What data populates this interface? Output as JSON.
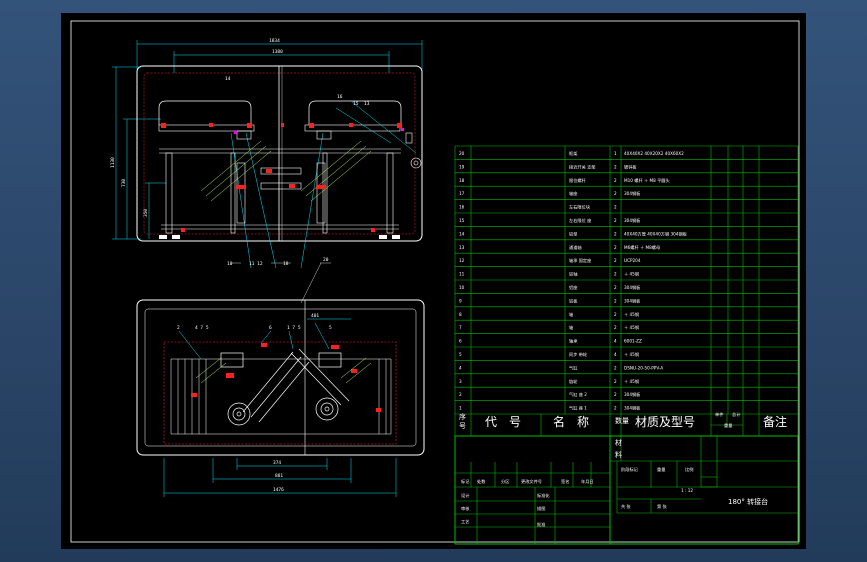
{
  "colors": {
    "background": "#2c4a6b",
    "sheet": "#000000",
    "frame": "#ffffff",
    "table_line": "#00c000",
    "dimension": "#00e0ff",
    "part": "#ffffff",
    "hidden": "#ff2020",
    "hatch": "#b0ff50",
    "accent": "#ff00ff"
  },
  "dimensions": {
    "top_overall": "1834",
    "top_inner": "1380",
    "left_height": "1130",
    "left_inner": "730",
    "left_mid": "350",
    "bottom_inner": "374",
    "bottom_mid": "881",
    "bottom_overall": "1476",
    "plan_a": "4 7 5",
    "plan_b": "1 7 5",
    "plan_c": "401",
    "callout_a": "16",
    "callout_b": "15",
    "callout_c": "13",
    "callout_d": "14",
    "callout_e": "10",
    "callout_f": "11 12",
    "callout_g": "18",
    "callout_h": "20",
    "callout_i": "2",
    "callout_j": "6",
    "callout_k": "5"
  },
  "parts_list": [
    {
      "no": "20",
      "name": "框架",
      "qty": "1",
      "material": "40X40X2  40X20X2  40X60X2"
    },
    {
      "no": "19",
      "name": "接近开关  支架",
      "qty": "2",
      "material": "镀锌板"
    },
    {
      "no": "18",
      "name": "限位螺杆",
      "qty": "2",
      "material": "  M10 螺杆 ＋ M8 平圆头"
    },
    {
      "no": "17",
      "name": "轴座",
      "qty": "2",
      "material": "  304钢板"
    },
    {
      "no": "16",
      "name": "左右限位块",
      "qty": "2",
      "material": ""
    },
    {
      "no": "15",
      "name": "左右限位 座",
      "qty": "2",
      "material": "304钢板"
    },
    {
      "no": "14",
      "name": "铝型",
      "qty": "2",
      "material": "40X40方管  40X40方钢  304钢板"
    },
    {
      "no": "13",
      "name": "通道轴",
      "qty": "2",
      "material": "  M6螺杆 ＋ M8螺母"
    },
    {
      "no": "12",
      "name": "轴承 固定座",
      "qty": "2",
      "material": "UCP204"
    },
    {
      "no": "11",
      "name": "铝轴",
      "qty": "2",
      "material": "  ＋ 45钢"
    },
    {
      "no": "10",
      "name": "铝座",
      "qty": "2",
      "material": "  304钢板"
    },
    {
      "no": "9",
      "name": "铝板",
      "qty": "2",
      "material": "  304钢板"
    },
    {
      "no": "8",
      "name": "轴",
      "qty": "2",
      "material": "  ＋ 45钢"
    },
    {
      "no": "7",
      "name": "轴",
      "qty": "2",
      "material": "  ＋ 45钢"
    },
    {
      "no": "6",
      "name": "轴承",
      "qty": "4",
      "material": "6001-ZZ"
    },
    {
      "no": "5",
      "name": "同步  带轮",
      "qty": "4",
      "material": "  ＋ 45钢"
    },
    {
      "no": "4",
      "name": "气缸",
      "qty": "2",
      "material": "DSNU-20-50-PPV-A"
    },
    {
      "no": "3",
      "name": "链轮",
      "qty": "2",
      "material": "  ＋ 45钢"
    },
    {
      "no": "2",
      "name": "气缸 座 2",
      "qty": "2",
      "material": "304钢板"
    },
    {
      "no": "1",
      "name": "气缸 座 1",
      "qty": "2",
      "material": "304钢板"
    }
  ],
  "header": {
    "seq": "序号",
    "code": "代　号",
    "name": "名　称",
    "qty": "数量",
    "material": "材质及型号",
    "unit_weight": "单件",
    "total_weight": "总计",
    "weight": "重量",
    "remark": "备注"
  },
  "title_block": {
    "material_label": "材料",
    "title": "180° 转接台",
    "scale_label": "比例",
    "scale_value": "1 : 12",
    "stage_label": "阶段标记",
    "weight_label": "重量",
    "sheet_label": "共  张",
    "sheet_of": "第  张",
    "mark_label": "标记",
    "count_label": "处数",
    "zone_label": "分区",
    "doc_label": "更改文件号",
    "sign_label": "签名",
    "date_label": "年月日",
    "design_label": "设计",
    "standard_label": "标准化",
    "check_label": "审核",
    "process_label": "工艺",
    "approve_label": "批准",
    "trace_label": "描图"
  }
}
